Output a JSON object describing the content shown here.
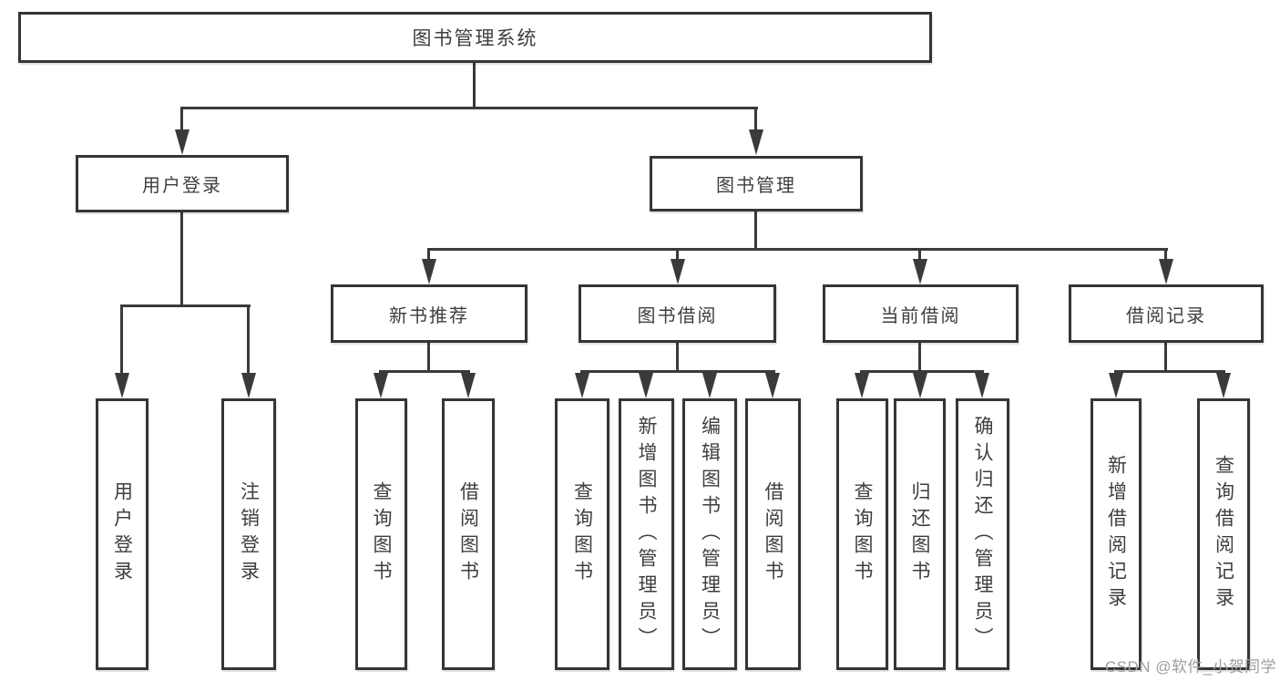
{
  "nodes": {
    "root": "图书管理系统",
    "user_login": "用户登录",
    "book_mgmt": "图书管理",
    "leaf_user_login": "用户登录",
    "leaf_logout": "注销登录",
    "new_book_rec": "新书推荐",
    "book_borrow": "图书借阅",
    "current_borrow": "当前借阅",
    "borrow_record": "借阅记录",
    "nb_query_book": "查询图书",
    "nb_borrow_book": "借阅图书",
    "bb_query_book": "查询图书",
    "bb_add_book": "新增图书（管理员）",
    "bb_edit_book": "编辑图书（管理员）",
    "bb_borrow_book": "借阅图书",
    "cb_query_book": "查询图书",
    "cb_return_book": "归还图书",
    "cb_confirm_return": "确认归还（管理员）",
    "br_add_record": "新增借阅记录",
    "br_query_record": "查询借阅记录"
  },
  "watermark": "CSDN @软件_小贺同学",
  "colors": {
    "line": "#3a3a3a",
    "box_border": "#353535",
    "text": "#3e3e3e",
    "background": "#ffffff",
    "watermark": "#9e9e9e"
  }
}
